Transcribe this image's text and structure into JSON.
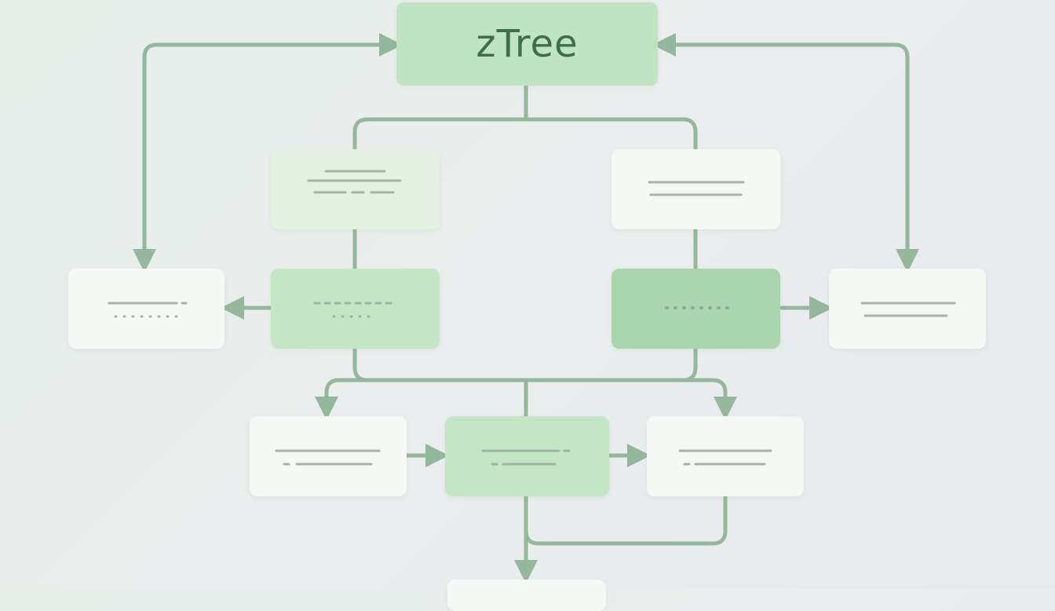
{
  "diagram": {
    "title": "zTree",
    "colors": {
      "connector": "#95b79b",
      "root_fill": "#bfe3c3",
      "light_fill": "#e3f2e1",
      "mid_fill": "#c4e6c5",
      "dark_fill": "#a9d6af",
      "white_fill": "#f6f8f6",
      "placeholder_line": "#a9b1ad",
      "title_text": "#3f6e4c"
    },
    "nodes": [
      {
        "id": "root",
        "style": "root",
        "label": "zTree"
      },
      {
        "id": "level1-left",
        "style": "light"
      },
      {
        "id": "level1-right",
        "style": "white"
      },
      {
        "id": "level2-left",
        "style": "mid"
      },
      {
        "id": "level2-right",
        "style": "dark"
      },
      {
        "id": "far-left",
        "style": "white"
      },
      {
        "id": "far-right",
        "style": "white"
      },
      {
        "id": "level3-left",
        "style": "white"
      },
      {
        "id": "level3-center",
        "style": "mid"
      },
      {
        "id": "level3-right",
        "style": "white"
      },
      {
        "id": "bottom",
        "style": "white"
      }
    ]
  }
}
